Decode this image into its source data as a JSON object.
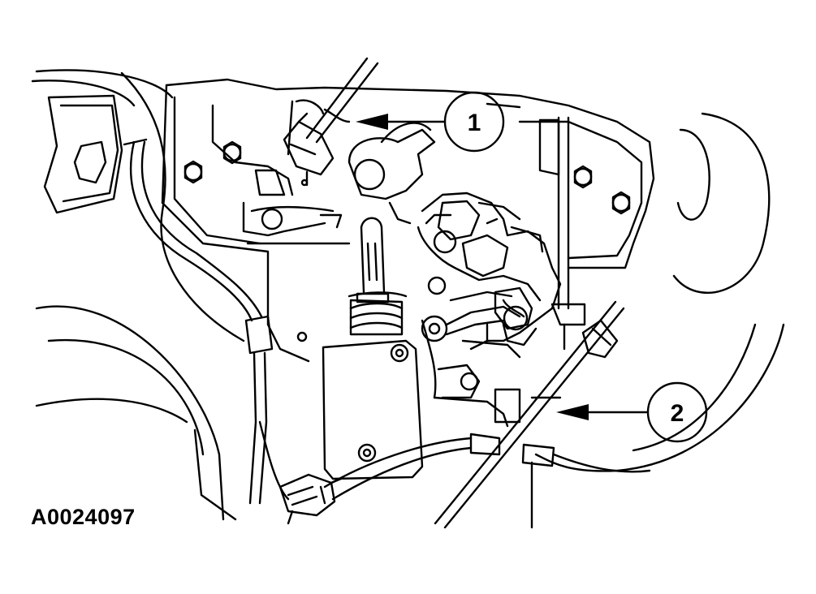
{
  "figure": {
    "id": "A0024097"
  },
  "callouts": [
    {
      "number": "1"
    },
    {
      "number": "2"
    }
  ],
  "colors": {
    "ink": "#000000",
    "paper": "#ffffff"
  }
}
